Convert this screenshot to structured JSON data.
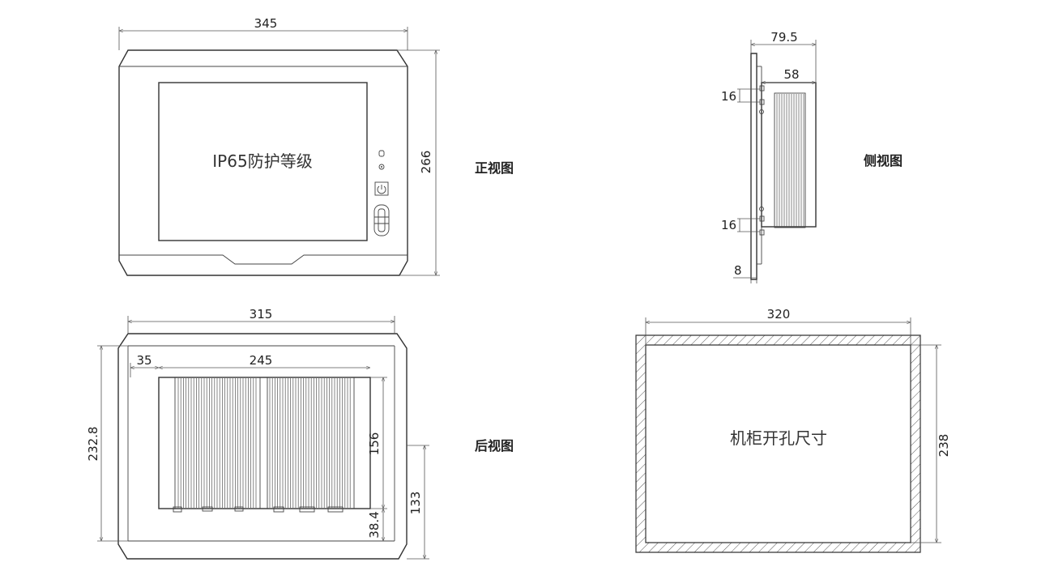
{
  "front_view": {
    "title": "正视图",
    "screen_label": "IP65防护等级",
    "dim_width": "345",
    "dim_height": "266"
  },
  "side_view": {
    "title": "侧视图",
    "dim_depth_total": "79.5",
    "dim_depth_body": "58",
    "dim_top_offset": "16",
    "dim_bottom_offset": "16",
    "dim_panel_thickness": "8"
  },
  "back_view": {
    "title": "后视图",
    "dim_width": "315",
    "dim_left_offset": "35",
    "dim_body_width": "245",
    "dim_height": "232.8",
    "dim_body_height": "156",
    "dim_bottom_offset": "38.4",
    "dim_mount_height": "133"
  },
  "cutout_view": {
    "label": "机柜开孔尺寸",
    "dim_width": "320",
    "dim_height": "238"
  },
  "colors": {
    "line": "#333333",
    "background": "#ffffff"
  }
}
